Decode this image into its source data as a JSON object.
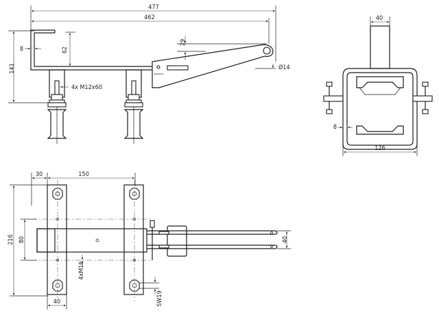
{
  "side_view": {
    "dim_overall_length": "477",
    "dim_arm_length": "462",
    "dim_height": "141",
    "dim_hook_width": "8",
    "dim_hook_depth": "62",
    "dim_offset": "29",
    "dim_hole_diameter": "Ø14",
    "bolt_label": "4x M12x60"
  },
  "end_view": {
    "dim_top_width": "40",
    "dim_wall": "8",
    "dim_width": "126"
  },
  "plan_view": {
    "dim_edge": "30",
    "dim_spacing": "150",
    "dim_height": "216",
    "dim_inner": "80",
    "dim_arm_width": "40",
    "dim_bottom": "40",
    "screw_label": "4xM16",
    "wrench_label": "SW19"
  },
  "icons": {
    "hex_nut": "hex-nut-icon",
    "bolt": "bolt-icon"
  }
}
